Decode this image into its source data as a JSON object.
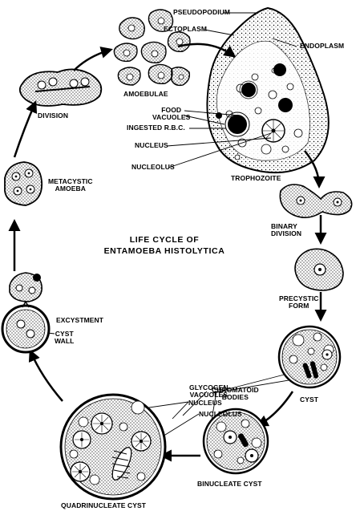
{
  "title": {
    "line1": "LIFE CYCLE OF",
    "line2": "ENTAMOEBA HISTOLYTICA"
  },
  "stages": {
    "trophozoite": "TROPHOZOITE",
    "binary_division_1": "BINARY",
    "binary_division_2": "DIVISION",
    "precystic_1": "PRECYSTIC",
    "precystic_2": "FORM",
    "cyst": "CYST",
    "binucleate": "BINUCLEATE CYST",
    "quadrinucleate": "QUADRINUCLEATE CYST",
    "excystment": "EXCYSTMENT",
    "metacystic_1": "METACYSTIC",
    "metacystic_2": "AMOEBA",
    "division": "DIVISION",
    "amoebulae": "AMOEBULAE"
  },
  "parts": {
    "pseudopodium": "PSEUDOPODIUM",
    "ectoplasm": "ECTOPLASM",
    "endoplasm": "ENDOPLASM",
    "food_vacuoles_1": "FOOD",
    "food_vacuoles_2": "VACUOLES",
    "ingested_rbc": "INGESTED R.B.C.",
    "nucleus": "NUCLEUS",
    "nucleolus": "NUCLEOLUS",
    "chromatoid_1": "CHROMATOID",
    "chromatoid_2": "BODIES",
    "glycogen_1": "GLYCOGEN",
    "glycogen_2": "VACUOLES",
    "q_nucleus": "NUCLEUS",
    "q_nucleolus": "NUCLEOLUS",
    "cyst_wall_1": "CYST",
    "cyst_wall_2": "WALL"
  }
}
